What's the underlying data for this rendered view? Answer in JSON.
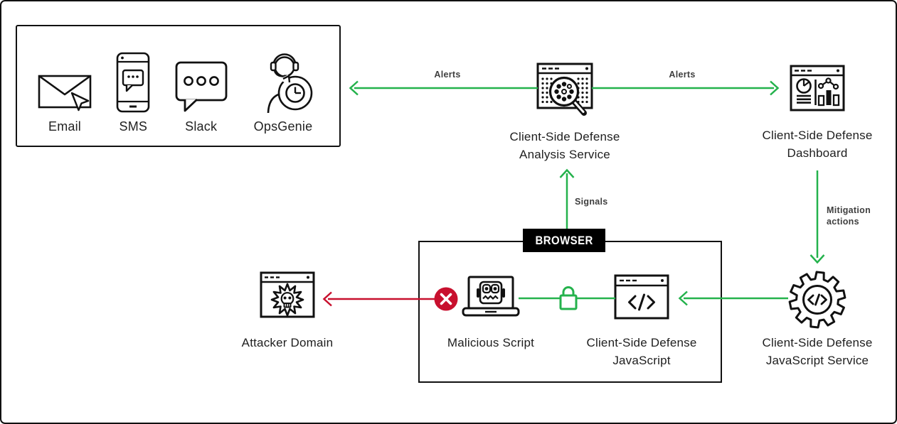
{
  "colors": {
    "green": "#24B24C",
    "red": "#C8102E",
    "ink": "#111111",
    "white": "#FFFFFF"
  },
  "notification_panel": {
    "channels": [
      {
        "name": "email",
        "label": "Email"
      },
      {
        "name": "sms",
        "label": "SMS"
      },
      {
        "name": "slack",
        "label": "Slack"
      },
      {
        "name": "opsgenie",
        "label": "OpsGenie"
      }
    ]
  },
  "nodes": {
    "analysis_service": {
      "line1": "Client-Side Defense",
      "line2": "Analysis Service"
    },
    "dashboard": {
      "line1": "Client-Side Defense",
      "line2": "Dashboard"
    },
    "js_service": {
      "line1": "Client-Side Defense",
      "line2": "JavaScript Service"
    },
    "attacker_domain": {
      "line1": "Attacker Domain"
    },
    "malicious_script": {
      "line1": "Malicious Script"
    },
    "csd_javascript": {
      "line1": "Client-Side Defense",
      "line2": "JavaScript"
    }
  },
  "browser": {
    "tag": "BROWSER"
  },
  "edges": {
    "alerts_to_notifications": {
      "label": "Alerts"
    },
    "alerts_to_dashboard": {
      "label": "Alerts"
    },
    "signals": {
      "label": "Signals"
    },
    "mitigation": {
      "label_line1": "Mitigation",
      "label_line2": "actions"
    }
  }
}
